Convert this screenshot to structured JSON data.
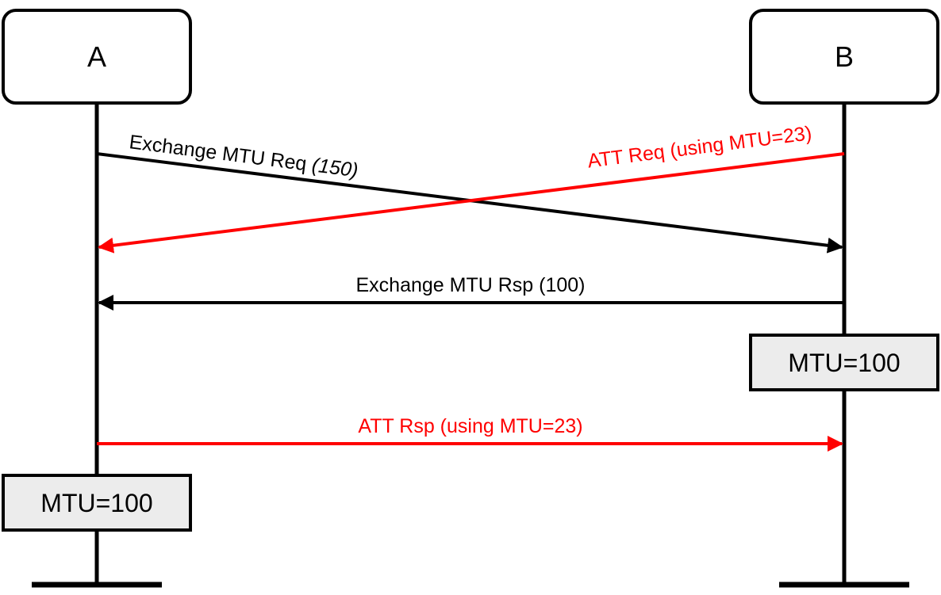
{
  "colors": {
    "line": "#000000",
    "highlight": "#ff0000",
    "state_box_fill": "#ececec",
    "participant_box_fill": "#ffffff"
  },
  "participants": {
    "a": "A",
    "b": "B"
  },
  "messages": {
    "exchange_mtu_req": {
      "text": "Exchange MTU Req ",
      "param": "(150)",
      "from": "A",
      "to": "B"
    },
    "att_req": {
      "text": "ATT Req (using MTU=23)",
      "from": "B",
      "to": "A"
    },
    "exchange_mtu_rsp": {
      "text": "Exchange MTU Rsp (100)",
      "from": "B",
      "to": "A"
    },
    "att_rsp": {
      "text": "ATT Rsp (using MTU=23)",
      "from": "A",
      "to": "B"
    }
  },
  "states": {
    "b_mtu": "MTU=100",
    "a_mtu": "MTU=100"
  }
}
